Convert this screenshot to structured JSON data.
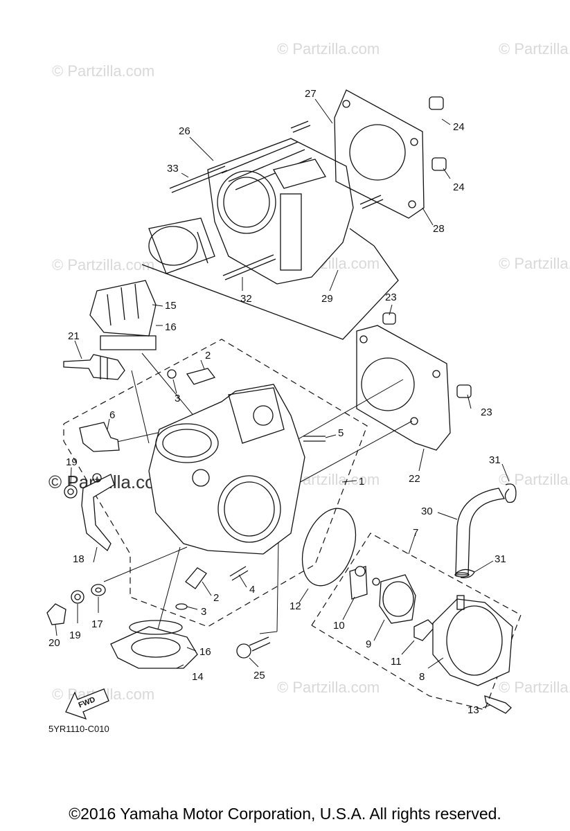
{
  "watermarks": {
    "partzilla": "© Partzilla.com",
    "partzilla_main": "© Partzilla.com"
  },
  "part_labels": [
    "1",
    "2",
    "2",
    "3",
    "3",
    "4",
    "5",
    "6",
    "7",
    "8",
    "9",
    "10",
    "11",
    "12",
    "13",
    "14",
    "15",
    "16",
    "16",
    "17",
    "18",
    "19",
    "19",
    "20",
    "21",
    "22",
    "23",
    "23",
    "24",
    "24",
    "25",
    "26",
    "27",
    "28",
    "29",
    "30",
    "31",
    "31",
    "32",
    "33"
  ],
  "diagram_code": "5YR1110-C010",
  "fwd_label": "FWD",
  "copyright": "©2016  Yamaha Motor Corporation, U.S.A. All rights reserved."
}
